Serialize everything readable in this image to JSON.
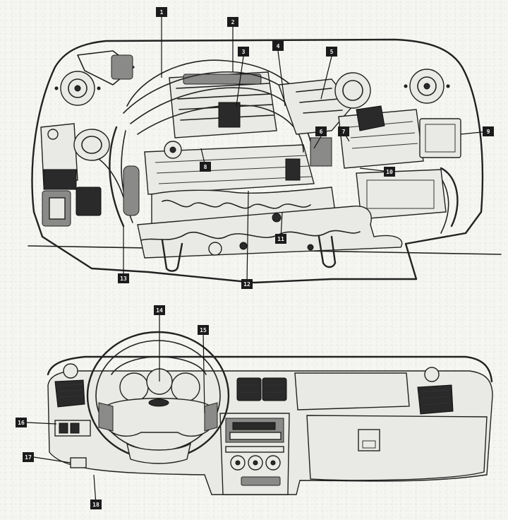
{
  "callouts": {
    "engine_bay": [
      "1",
      "2",
      "3",
      "4",
      "5",
      "6",
      "7",
      "8",
      "9",
      "10",
      "11",
      "12",
      "13"
    ],
    "dashboard": [
      "14",
      "15",
      "16",
      "17",
      "18"
    ]
  }
}
